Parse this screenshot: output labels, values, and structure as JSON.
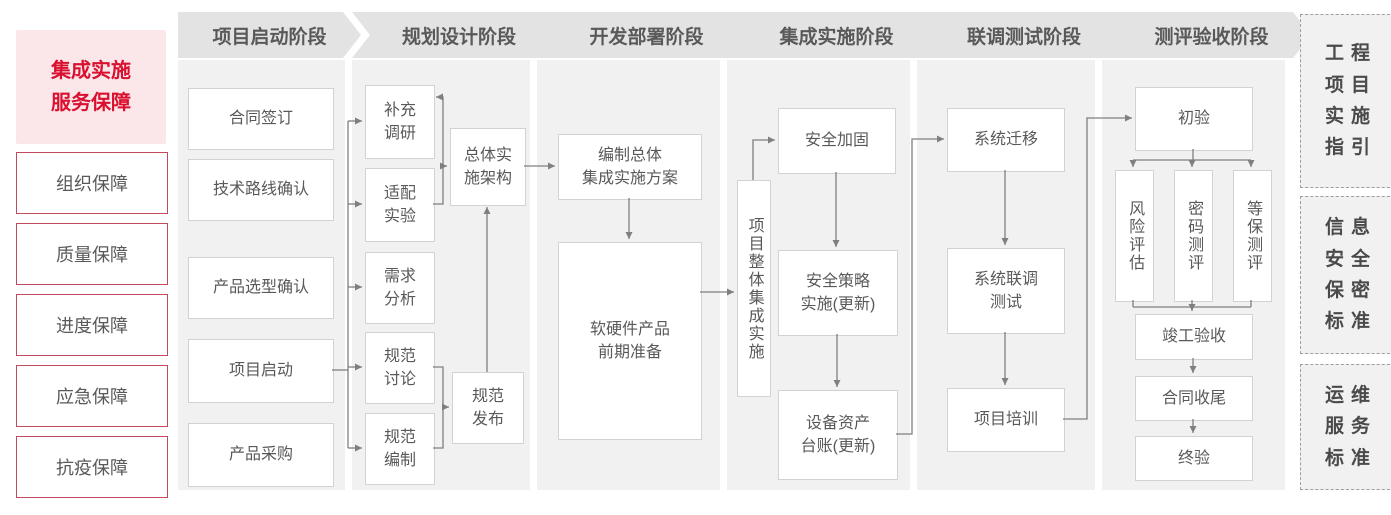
{
  "left_panel": {
    "title": "集成实施\n服务保障",
    "items": [
      "组织保障",
      "质量保障",
      "进度保障",
      "应急保障",
      "抗疫保障"
    ]
  },
  "phases": [
    "项目启动阶段",
    "规划设计阶段",
    "开发部署阶段",
    "集成实施阶段",
    "联调测试阶段",
    "测评验收阶段"
  ],
  "flow": {
    "startup": [
      "合同签订",
      "技术路线确认",
      "产品选型确认",
      "项目启动",
      "产品采购"
    ],
    "planning": {
      "tasks": [
        "补充\n调研",
        "适配\n实验",
        "需求\n分析",
        "规范\n讨论",
        "规范\n编制"
      ],
      "architecture": "总体实\n施架构",
      "publish": "规范\n发布"
    },
    "development": {
      "plan": "编制总体\n集成实施方案",
      "prepare": "软硬件产品\n前期准备"
    },
    "integration": {
      "overall": "项目整体集成实施",
      "harden": "安全加固",
      "policy": "安全策略\n实施(更新)",
      "assets": "设备资产\n台账(更新)"
    },
    "testing": [
      "系统迁移",
      "系统联调\n测试",
      "项目培训"
    ],
    "acceptance": {
      "initial": "初验",
      "evaluations": [
        "风险评估",
        "密码测评",
        "等保测评"
      ],
      "completion": "竣工验收",
      "closure": "合同收尾",
      "final": "终验"
    }
  },
  "right_panel": {
    "items": [
      "工程\n项目\n实施\n指引",
      "信息\n安全\n保密\n标准",
      "运维\n服务\n标准"
    ]
  },
  "colors": {
    "accent_red": "#d9102f",
    "border_red": "#c24a5f",
    "highlight_pink": "#fbe6e9",
    "phase_gray": "#e3e3e3",
    "strip_gray": "#f1f1f2",
    "line_gray": "#7f7f7f",
    "text_gray": "#595959"
  }
}
